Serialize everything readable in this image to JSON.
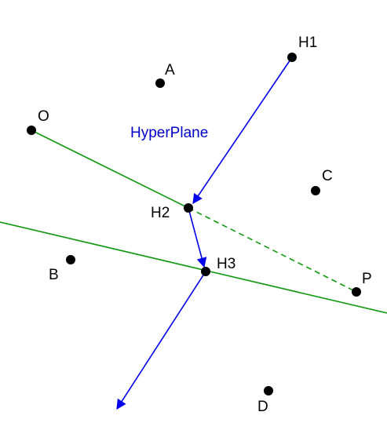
{
  "diagram": {
    "caption": "HyperPlane",
    "colors": {
      "points": "#000000",
      "normal_vector": "#0000ee",
      "hyperplane_line": "#119911",
      "caption": "#0000cc"
    },
    "points": {
      "A": "A",
      "B": "B",
      "C": "C",
      "D": "D",
      "O": "O",
      "P": "P",
      "H1": "H1",
      "H2": "H2",
      "H3": "H3"
    }
  }
}
